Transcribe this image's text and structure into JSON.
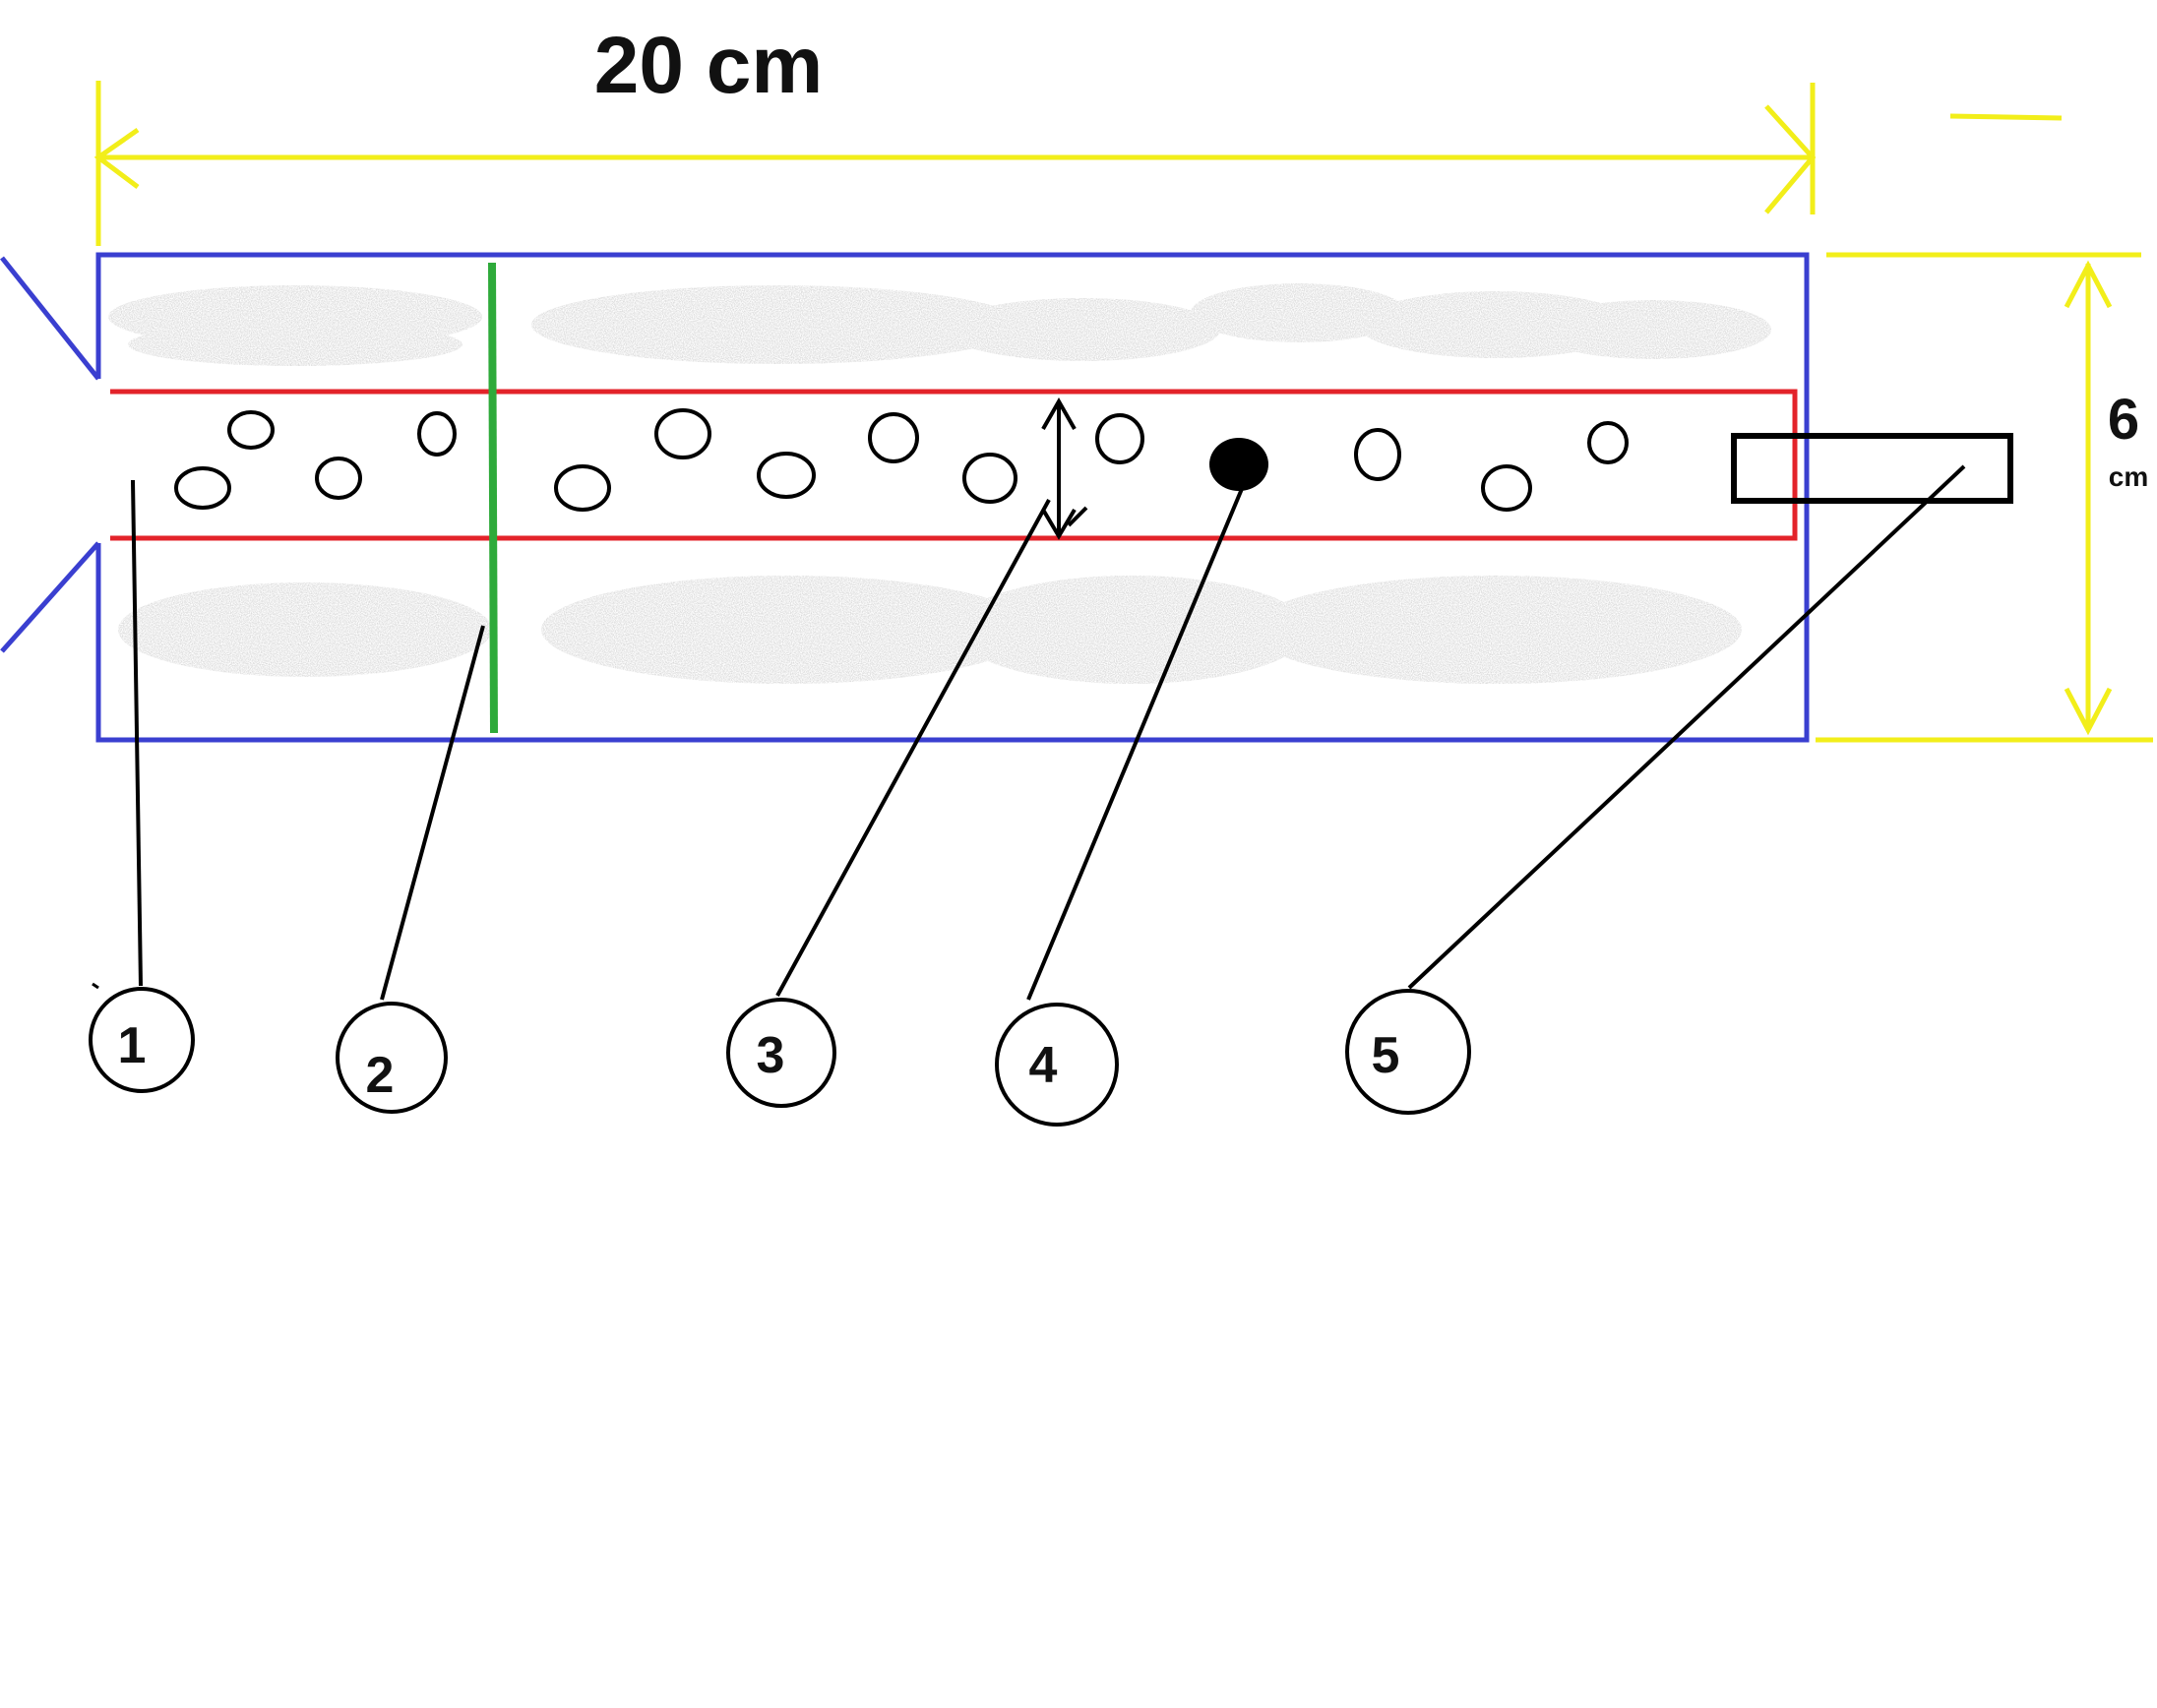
{
  "dimensions": {
    "length_value": "20 cm",
    "height_value": "6",
    "height_unit": "cm"
  },
  "colors": {
    "outer_tube": "#3a3fd0",
    "inner_channel": "#e3232a",
    "dimension_lines": "#f2ee1a",
    "divider": "#2eaa3a",
    "filling": "#b8b8b8",
    "ink": "#000000"
  },
  "callouts": [
    {
      "number": "1"
    },
    {
      "number": "2"
    },
    {
      "number": "3"
    },
    {
      "number": "4"
    },
    {
      "number": "5"
    }
  ]
}
